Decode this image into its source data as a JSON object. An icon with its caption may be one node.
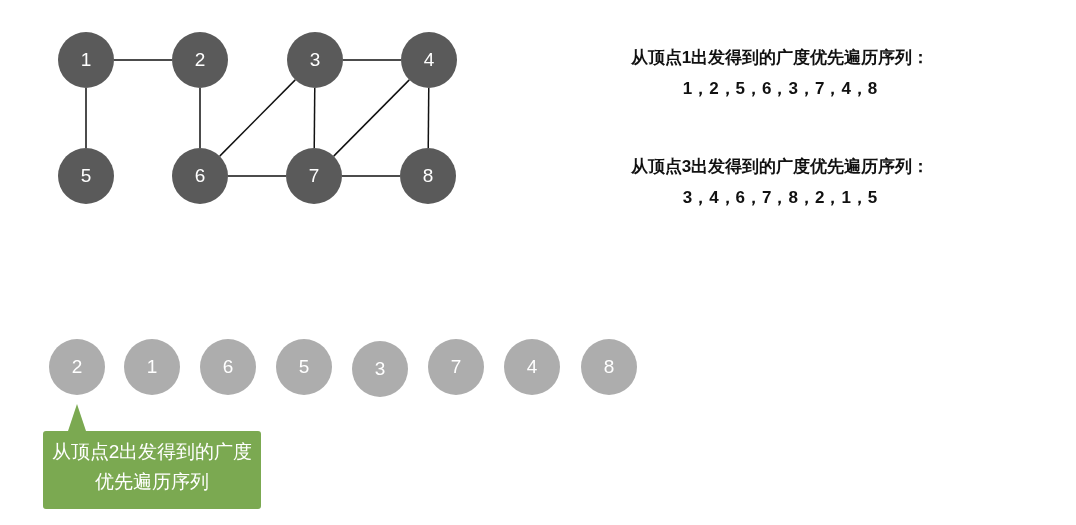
{
  "diagram": {
    "nodes": [
      {
        "text": [
          "1"
        ]
      },
      {
        "text": [
          "2"
        ]
      },
      {
        "text": [
          "3"
        ]
      },
      {
        "text": [
          "4"
        ]
      },
      {
        "text": [
          "5"
        ]
      },
      {
        "text": [
          "6"
        ]
      },
      {
        "text": [
          "7"
        ]
      },
      {
        "text": [
          "8"
        ]
      },
      {
        "text": [
          "2"
        ]
      },
      {
        "text": [
          "1"
        ]
      },
      {
        "text": [
          "6"
        ]
      },
      {
        "text": [
          "5"
        ]
      },
      {
        "text": [
          "3"
        ]
      },
      {
        "text": [
          "7"
        ]
      },
      {
        "text": [
          "4"
        ]
      },
      {
        "text": [
          "8"
        ]
      },
      {
        "text": [
          "从顶点2出发得到的广度优先遍历序列"
        ]
      }
    ],
    "edges": [
      {
        "from": 0,
        "to": 1,
        "arrow": "none"
      },
      {
        "from": 0,
        "to": 4,
        "arrow": "none"
      },
      {
        "from": 1,
        "to": 5,
        "arrow": "none"
      },
      {
        "from": 2,
        "to": 3,
        "arrow": "none"
      },
      {
        "from": 2,
        "to": 5,
        "arrow": "none"
      },
      {
        "from": 2,
        "to": 6,
        "arrow": "none"
      },
      {
        "from": 3,
        "to": 6,
        "arrow": "none"
      },
      {
        "from": 3,
        "to": 7,
        "arrow": "none"
      },
      {
        "from": 5,
        "to": 6,
        "arrow": "none"
      },
      {
        "from": 6,
        "to": 7,
        "arrow": "none"
      }
    ],
    "labels": [
      "从顶点1出发得到的广度优先遍历序列：",
      "1，2，5，6，3，7，4，8",
      "从顶点3出发得到的广度优先遍历序列：",
      "3，4，6，7，8，2，1，5"
    ]
  }
}
